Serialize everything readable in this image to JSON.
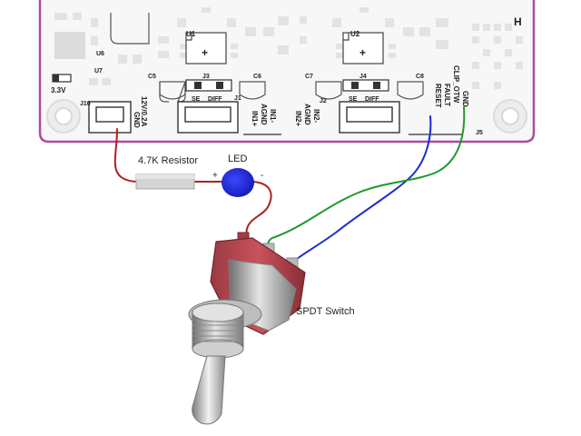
{
  "board": {
    "outline_color": "#b04a9c",
    "designators": {
      "u1": "U1",
      "u2": "U2",
      "u6": "U6",
      "u7": "U7",
      "j1": "J1",
      "j2": "J2",
      "j3": "J3",
      "j4": "J4",
      "j5": "J5",
      "j10": "J10",
      "c5": "C5",
      "c6": "C6",
      "c7": "C7",
      "c8": "C8",
      "h": "H"
    },
    "labels": {
      "se_left": "SE",
      "diff_left": "DIFF",
      "se_right": "SE",
      "diff_right": "DIFF",
      "plus": "+",
      "v33": "3.3V",
      "j10_pins": [
        "12V/0.2A",
        "GND"
      ],
      "j1_pins": [
        "IN1-",
        "AGND",
        "IN1+"
      ],
      "j2_pins": [
        "IN2-",
        "AGND",
        "IN2+"
      ],
      "j5_pins": [
        "RESET",
        "FAULT",
        "CLIP_OTW",
        "GND"
      ]
    }
  },
  "components": {
    "resistor": {
      "label": "4.7K Resistor"
    },
    "led": {
      "label": "LED",
      "plus": "+",
      "minus": "-",
      "color": "#1a22d8"
    },
    "switch": {
      "label": "SPDT Switch"
    }
  },
  "wires": {
    "power": "#b02020",
    "reset": "#1a2bd0",
    "gnd": "#1f9a2a"
  }
}
